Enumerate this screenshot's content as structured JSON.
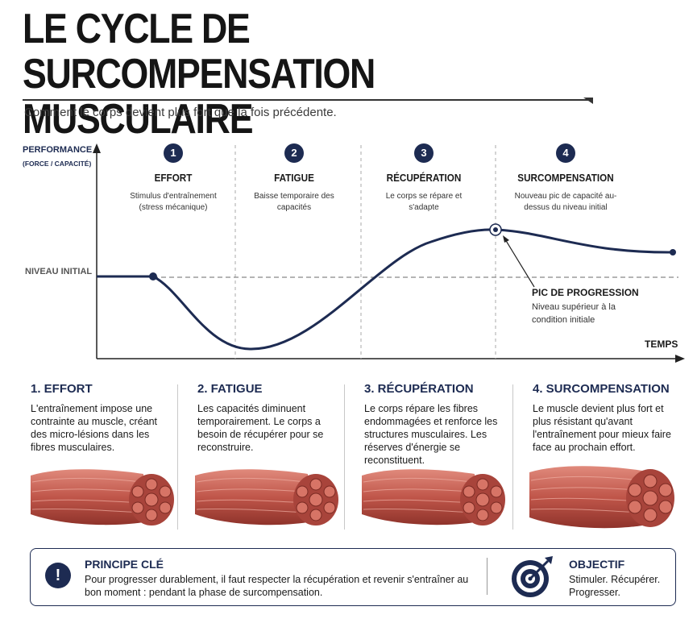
{
  "header": {
    "title": "LE CYCLE DE SURCOMPENSATION MUSCULAIRE",
    "subtitle": "Comment le corps devient plus fort que la fois précédente."
  },
  "diagram": {
    "y_axis_label": "PERFORMANCE",
    "y_axis_sublabel": "(FORCE / CAPACITÉ)",
    "x_axis_label": "TEMPS",
    "baseline_label": "NIVEAU INITIAL",
    "phases": [
      {
        "number": "1",
        "title": "EFFORT",
        "description": "Stimulus d'entraînement (stress mécanique)"
      },
      {
        "number": "2",
        "title": "FATIGUE",
        "description": "Baisse temporaire des capacités"
      },
      {
        "number": "3",
        "title": "RÉCUPÉRATION",
        "description": "Le corps se répare et s'adapte"
      },
      {
        "number": "4",
        "title": "SURCOMPENSATION",
        "description": "Nouveau pic de capacité au-dessus du niveau initial"
      }
    ],
    "peak_annotation": {
      "title": "PIC DE PROGRESSION",
      "text": "Niveau supérieur à la condition initiale"
    },
    "colors": {
      "curve": "#1d2b52",
      "accent": "#1d2b52",
      "fiber": "#c0564a"
    }
  },
  "columns": [
    {
      "title": "1. EFFORT",
      "text": "L'entraînement impose une contrainte au muscle, créant des micro-lésions dans les fibres musculaires.",
      "icon": "muscle-fiber-bundle-icon"
    },
    {
      "title": "2. FATIGUE",
      "text": "Les capacités diminuent temporairement. Le corps a besoin de récupérer pour se reconstruire.",
      "icon": "muscle-fiber-bundle-icon"
    },
    {
      "title": "3. RÉCUPÉRATION",
      "text": "Le corps répare les fibres endommagées et renforce les structures musculaires. Les réserves d'énergie se reconstituent.",
      "icon": "muscle-fiber-bundle-icon"
    },
    {
      "title": "4. SURCOMPENSATION",
      "text": "Le muscle devient plus fort et plus résistant qu'avant l'entraînement pour mieux faire face au prochain effort.",
      "icon": "muscle-fiber-bundle-icon"
    }
  ],
  "principle": {
    "icon": "exclamation-icon",
    "icon_glyph": "!",
    "title": "PRINCIPE CLÉ",
    "text": "Pour progresser durablement, il faut respecter la récupération et revenir s'entraîner au bon moment : pendant la phase de surcompensation."
  },
  "objective": {
    "icon": "target-icon",
    "title": "OBJECTIF",
    "text": "Stimuler. Récupérer. Progresser."
  }
}
